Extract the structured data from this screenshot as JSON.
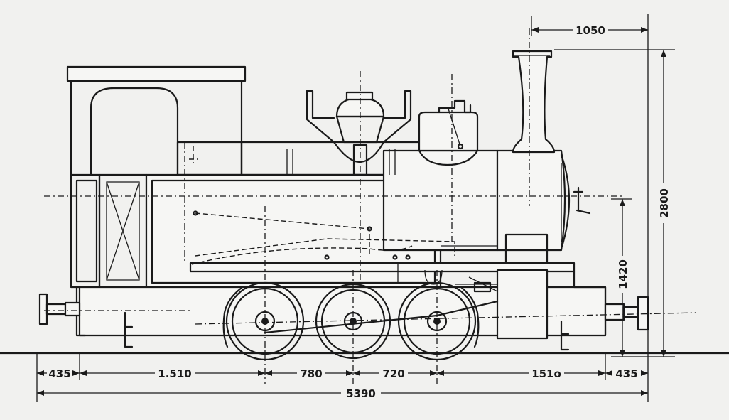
{
  "dimensions": {
    "rear_overhang": "435",
    "rear_to_axle1": "1.510",
    "axle1_to_axle2": "780",
    "axle2_to_axle3": "720",
    "axle3_to_front": "151o",
    "front_overhang": "435",
    "total_length": "5390",
    "chimney_offset": "1050",
    "total_height": "2800",
    "buffer_height": "1420"
  },
  "colors": {
    "ink": "#1a1a1a",
    "paper": "#f1f1ef"
  }
}
